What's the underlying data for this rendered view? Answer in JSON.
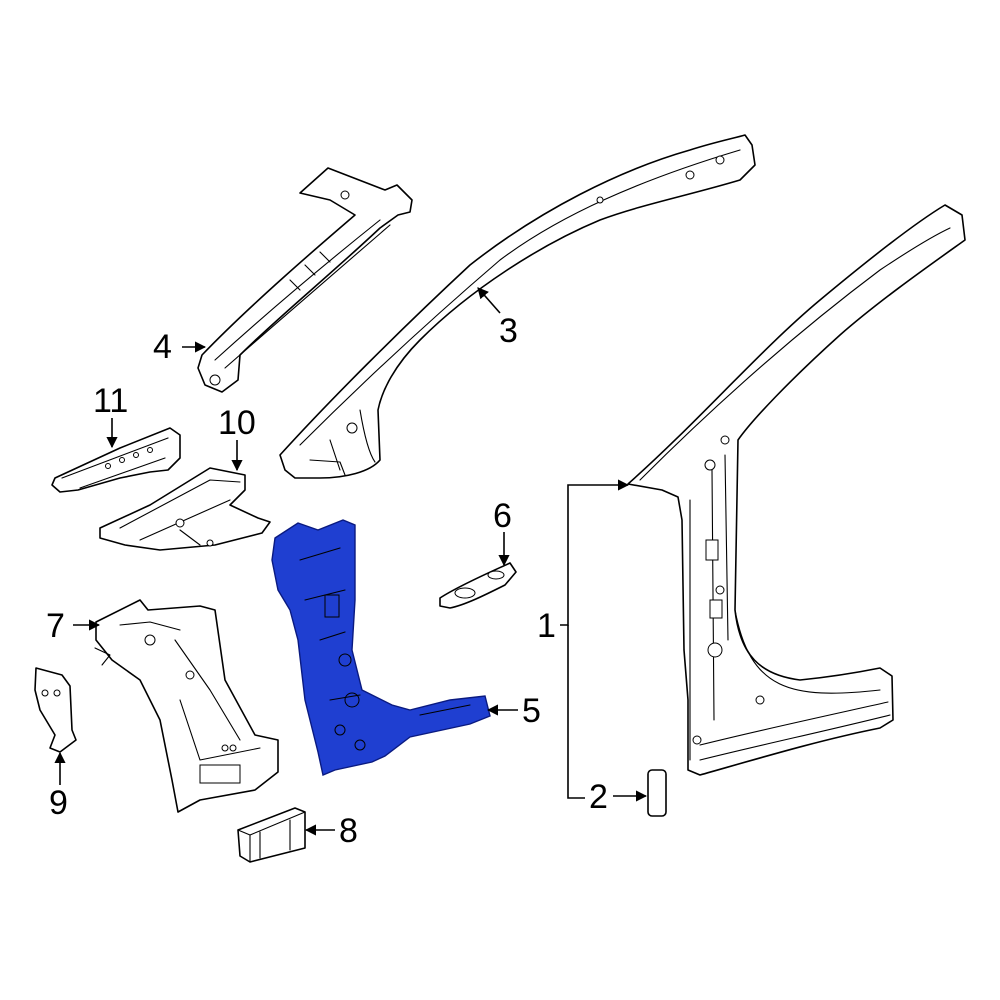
{
  "colors": {
    "highlight": "#1f3fd1",
    "line": "#000000",
    "background": "#ffffff"
  },
  "callouts": {
    "c1": "1",
    "c2": "2",
    "c3": "3",
    "c4": "4",
    "c5": "5",
    "c6": "6",
    "c7": "7",
    "c8": "8",
    "c9": "9",
    "c10": "10",
    "c11": "11"
  }
}
